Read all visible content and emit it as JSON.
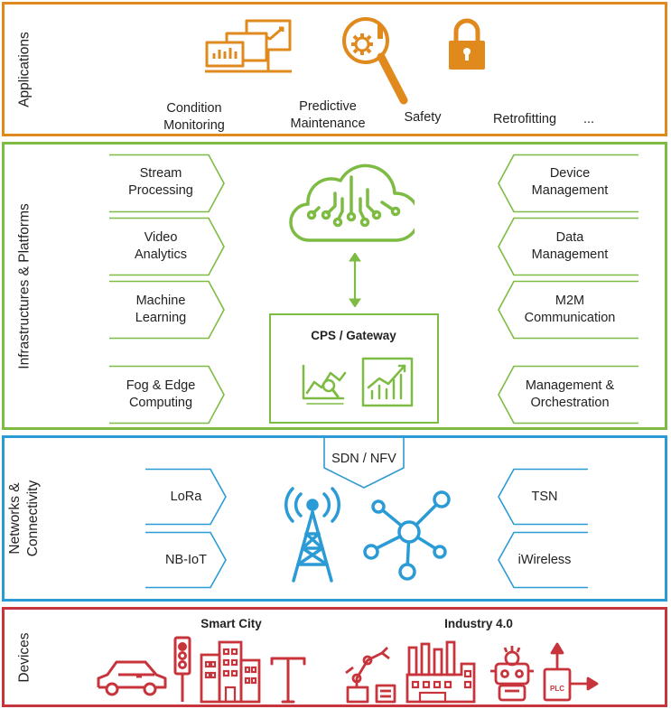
{
  "colors": {
    "applications": "#e08a1e",
    "infrastructures": "#7dbb43",
    "networks": "#2b9bd6",
    "devices": "#c8343b"
  },
  "layers": {
    "applications": {
      "title": "Applications",
      "items": [
        "Condition\nMonitoring",
        "Predictive\nMaintenance",
        "Safety",
        "Retrofitting",
        "..."
      ],
      "icons": [
        "dashboard-icon",
        "gear-magnifier-icon",
        "lock-icon"
      ]
    },
    "infrastructures": {
      "title": "Infrastructures & Platforms",
      "left_items": [
        "Stream\nProcessing",
        "Video\nAnalytics",
        "Machine\nLearning",
        "Fog & Edge\nComputing"
      ],
      "right_items": [
        "Device\nManagement",
        "Data\nManagement",
        "M2M\nCommunication",
        "Management &\nOrchestration"
      ],
      "gateway": "CPS / Gateway",
      "icons": [
        "cloud-circuit-icon",
        "double-arrow-icon",
        "analytics-icon",
        "growth-chart-icon"
      ]
    },
    "networks": {
      "title": "Networks &\nConnectivity",
      "left_items": [
        "LoRa",
        "NB-IoT"
      ],
      "right_items": [
        "TSN",
        "iWireless"
      ],
      "sdn": "SDN / NFV",
      "icons": [
        "antenna-tower-icon",
        "network-hub-icon"
      ]
    },
    "devices": {
      "title": "Devices",
      "smart_city": "Smart City",
      "industry": "Industry 4.0",
      "plc_label": "PLC",
      "icons": [
        "car-icon",
        "traffic-light-icon",
        "buildings-icon",
        "street-lamp-icon",
        "robot-arm-icon",
        "factory-icon",
        "robot-icon",
        "plc-icon"
      ]
    }
  }
}
